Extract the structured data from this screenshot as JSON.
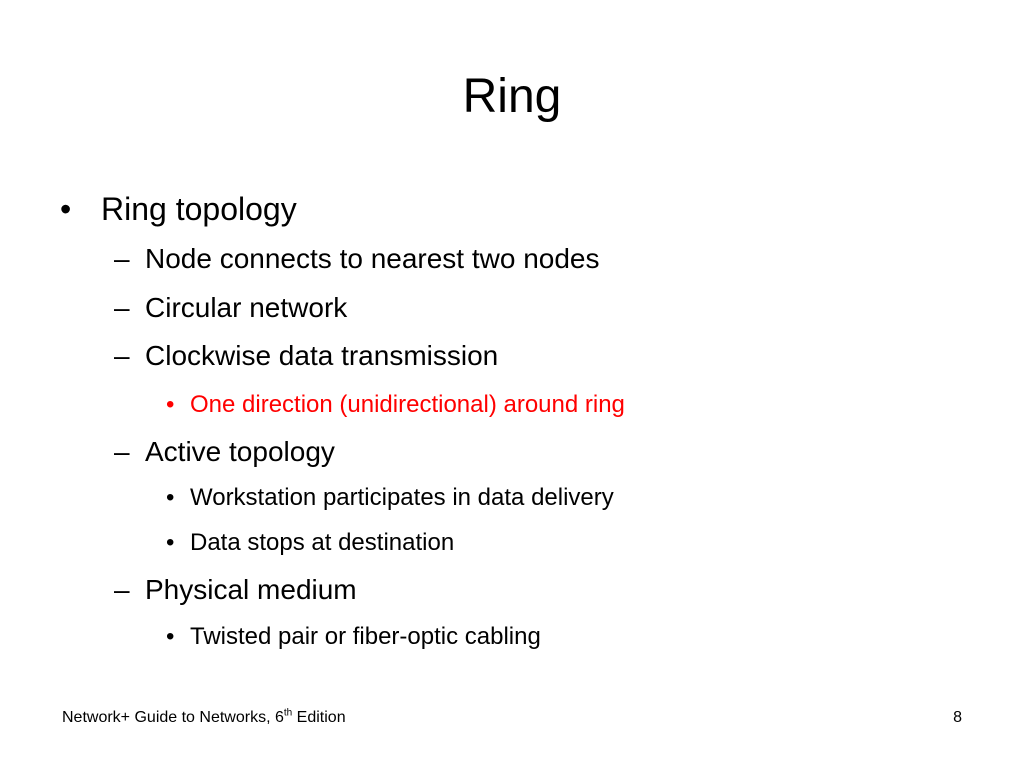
{
  "slide": {
    "title": "Ring",
    "items": [
      {
        "marker": "•",
        "text": "Ring topology"
      },
      {
        "marker": "–",
        "text": "Node connects to nearest two nodes"
      },
      {
        "marker": "–",
        "text": "Circular network"
      },
      {
        "marker": "–",
        "text": "Clockwise data transmission"
      },
      {
        "marker": "•",
        "text": "One direction (unidirectional) around ring"
      },
      {
        "marker": "–",
        "text": "Active topology"
      },
      {
        "marker": "•",
        "text": "Workstation participates in data delivery"
      },
      {
        "marker": "•",
        "text": "Data stops at destination"
      },
      {
        "marker": "–",
        "text": "Physical medium"
      },
      {
        "marker": "•",
        "text": "Twisted pair or fiber-optic cabling"
      }
    ],
    "highlight_color": "#ff0000"
  },
  "footer": {
    "book_prefix": "Network+ Guide to Networks, 6",
    "edition_suffix": "th",
    "edition_word": " Edition",
    "page_number": "8"
  }
}
